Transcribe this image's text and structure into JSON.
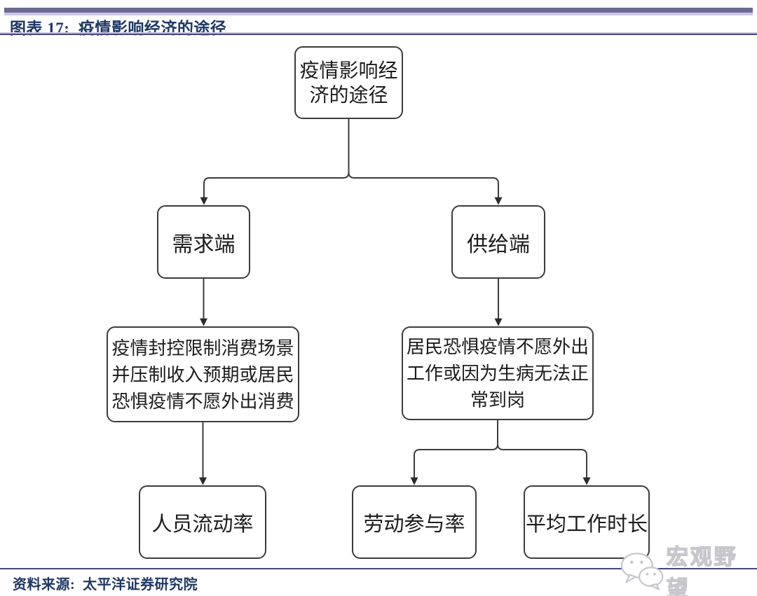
{
  "header": {
    "title": "图表 17:  疫情影响经济的途径"
  },
  "diagram": {
    "type": "flowchart",
    "nodes": [
      {
        "id": "root",
        "label": "疫情影响经济的途径"
      },
      {
        "id": "demand",
        "label": "需求端"
      },
      {
        "id": "supply",
        "label": "供给端"
      },
      {
        "id": "demand-detail",
        "label": "疫情封控限制消费场景并压制收入预期或居民恐惧疫情不愿外出消费"
      },
      {
        "id": "supply-detail",
        "label": "居民恐惧疫情不愿外出工作或因为生病无法正常到岗"
      },
      {
        "id": "mobility",
        "label": "人员流动率"
      },
      {
        "id": "participation",
        "label": "劳动参与率"
      },
      {
        "id": "hours",
        "label": "平均工作时长"
      }
    ],
    "edges": [
      {
        "from": "root",
        "to": "demand"
      },
      {
        "from": "root",
        "to": "supply"
      },
      {
        "from": "demand",
        "to": "demand-detail"
      },
      {
        "from": "supply",
        "to": "supply-detail"
      },
      {
        "from": "demand-detail",
        "to": "mobility"
      },
      {
        "from": "supply-detail",
        "to": "participation"
      },
      {
        "from": "supply-detail",
        "to": "hours"
      }
    ]
  },
  "footer": {
    "source": "资料来源:  太平洋证券研究院"
  },
  "watermark": {
    "text": "宏观野望",
    "icon": "wechat-icon"
  },
  "colors": {
    "title_text": "#1F3864",
    "accent_bar_dark": "#6B6B94",
    "accent_bar_light": "#CBC7E1",
    "rule_dark": "#454580",
    "box_border": "#3C3C3C",
    "box_text": "#1C1C1C",
    "connector": "#3C3C3C",
    "watermark_gray": "#C6C6CC"
  }
}
